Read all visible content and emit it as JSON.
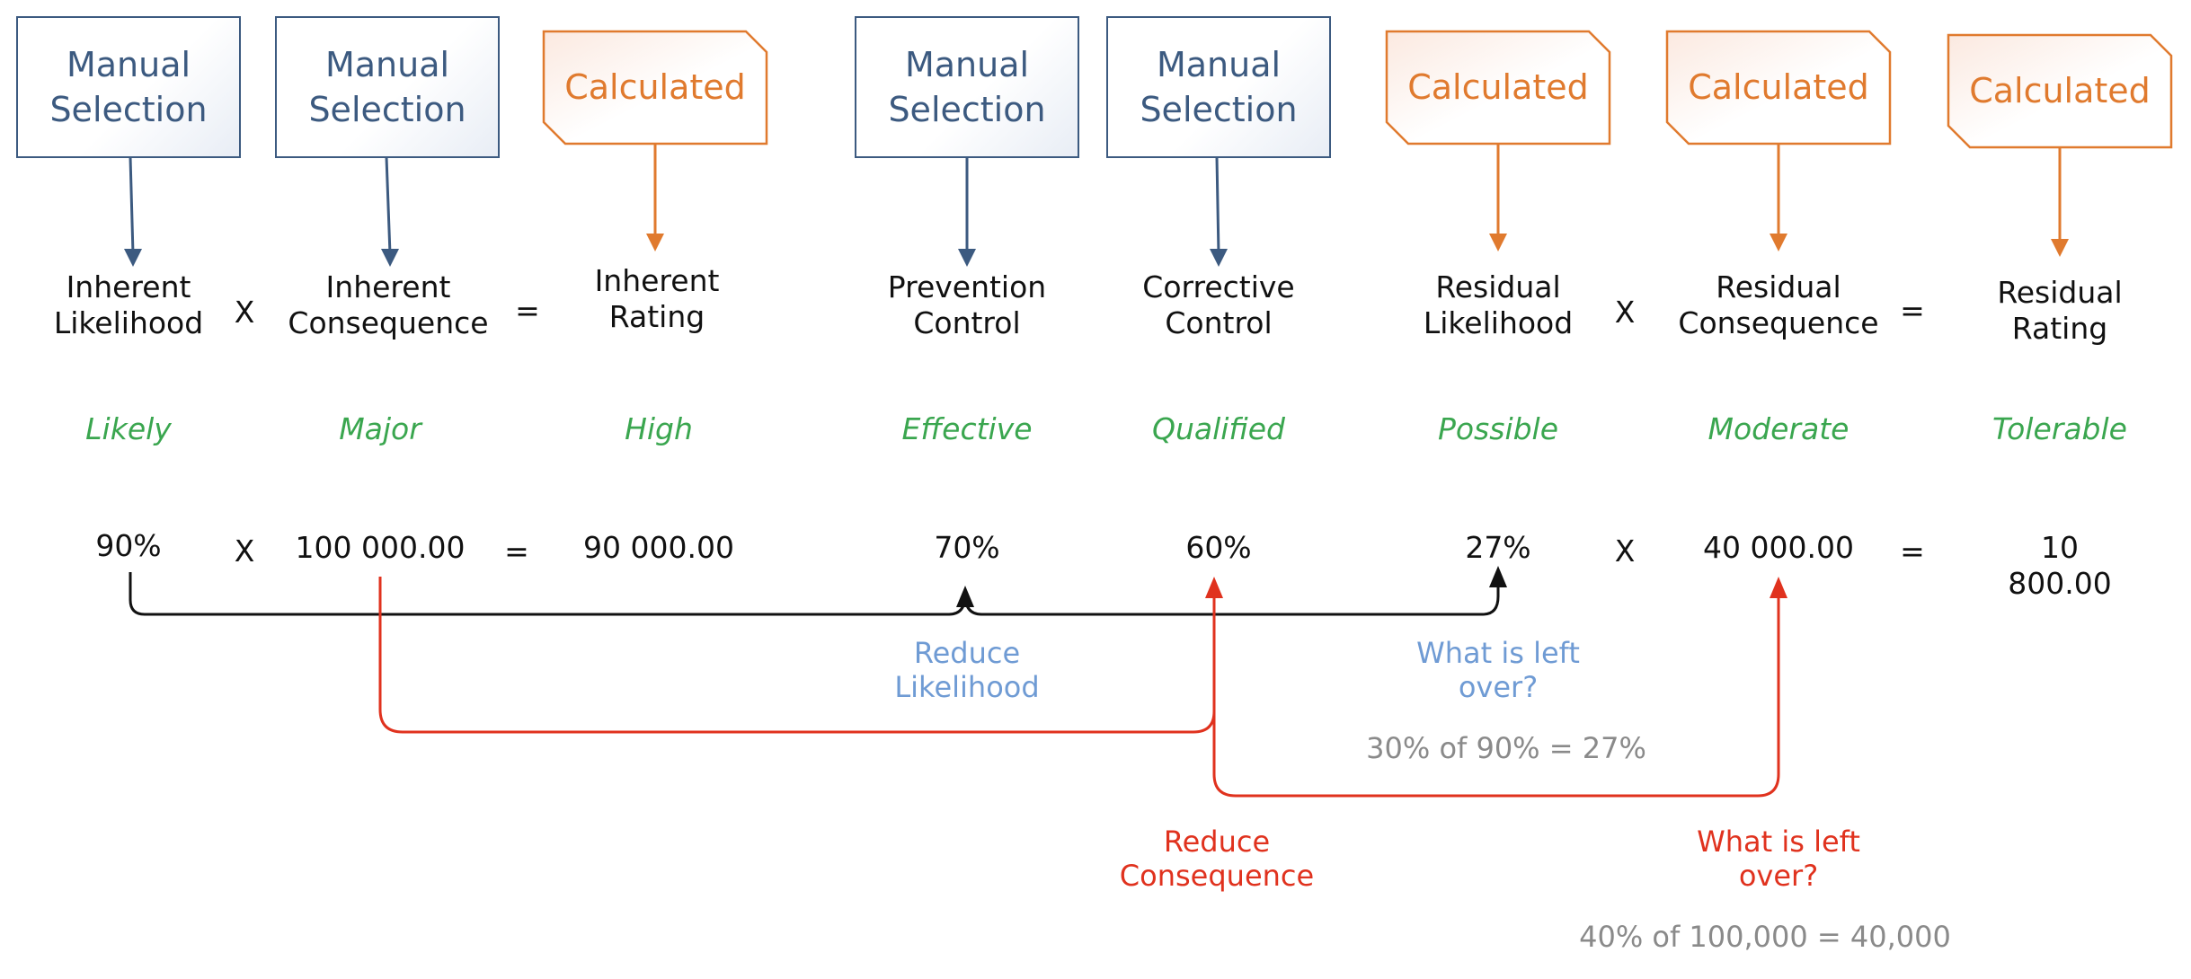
{
  "boxes": [
    {
      "kind": "manual",
      "text": "Manual\nSelection"
    },
    {
      "kind": "manual",
      "text": "Manual\nSelection"
    },
    {
      "kind": "calc",
      "text": "Calculated"
    },
    {
      "kind": "manual",
      "text": "Manual\nSelection"
    },
    {
      "kind": "manual",
      "text": "Manual\nSelection"
    },
    {
      "kind": "calc",
      "text": "Calculated"
    },
    {
      "kind": "calc",
      "text": "Calculated"
    },
    {
      "kind": "calc",
      "text": "Calculated"
    }
  ],
  "labels": [
    "Inherent\nLikelihood",
    "Inherent\nConsequence",
    "Inherent\nRating",
    "Prevention\nControl",
    "Corrective\nControl",
    "Residual\nLikelihood",
    "Residual\nConsequence",
    "Residual\nRating"
  ],
  "operators": {
    "times": "X",
    "equals": "="
  },
  "qualitative": [
    "Likely",
    "Major",
    "High",
    "Effective",
    "Qualified",
    "Possible",
    "Moderate",
    "Tolerable"
  ],
  "values": [
    "90%",
    "100 000.00",
    "90 000.00",
    "70%",
    "60%",
    "27%",
    "40 000.00",
    "10 800.00"
  ],
  "notes": {
    "reduce_likelihood": "Reduce\nLikelihood",
    "left_over_likelihood": "What is left\nover?",
    "calc_likelihood": "30% of  90% = 27%",
    "reduce_consequence": "Reduce\nConsequence",
    "left_over_consequence": "What is left\nover?",
    "calc_consequence": "40% of 100,000 = 40,000"
  },
  "colors": {
    "manual": "#3c5a80",
    "calculated": "#e07a2e",
    "qualitative": "#3aa64f",
    "likelihood_path": "#111111",
    "consequence_path": "#e0321e",
    "note_blue": "#6f9bd4",
    "note_gray": "#8a8a8a"
  }
}
